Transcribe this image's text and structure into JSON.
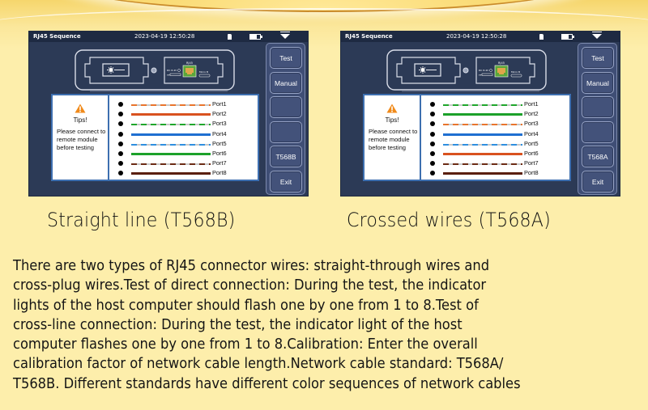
{
  "background": {
    "primary": "#fdeeab",
    "accent": "#f7d25f"
  },
  "screens": [
    {
      "id": "left",
      "status_bar": {
        "title": "RJ45 Sequence",
        "datetime": "2023-04-19 12:50:28",
        "icons": [
          "sd-card-icon",
          "battery-icon",
          "menu-arrow-icon"
        ]
      },
      "device_labels": {
        "port": "RJ45",
        "power": "DC 8.4V",
        "usb": "Micro B",
        "tf": "TF"
      },
      "tips": {
        "icon": "warning-icon",
        "title": "Tips!",
        "message": "Please connect to remote module before testing"
      },
      "ports": [
        {
          "label": "Port1",
          "color": "#e8742c",
          "striped": true
        },
        {
          "label": "Port2",
          "color": "#d9521f",
          "striped": false
        },
        {
          "label": "Port3",
          "color": "#1fa62b",
          "striped": true
        },
        {
          "label": "Port4",
          "color": "#1f6fd1",
          "striped": false
        },
        {
          "label": "Port5",
          "color": "#2f8fe0",
          "striped": true
        },
        {
          "label": "Port6",
          "color": "#1ca12a",
          "striped": false
        },
        {
          "label": "Port7",
          "color": "#6b2b14",
          "striped": true
        },
        {
          "label": "Port8",
          "color": "#5a1f0c",
          "striped": false
        }
      ],
      "buttons": [
        "Test",
        "Manual",
        "",
        "",
        "T568B",
        "Exit"
      ],
      "caption": "Straight line (T568B)"
    },
    {
      "id": "right",
      "status_bar": {
        "title": "RJ45 Sequence",
        "datetime": "2023-04-19 12:50:28",
        "icons": [
          "sd-card-icon",
          "battery-icon",
          "menu-arrow-icon"
        ]
      },
      "device_labels": {
        "port": "RJ45",
        "power": "DC 8.4V",
        "usb": "Micro B",
        "tf": "TF"
      },
      "tips": {
        "icon": "warning-icon",
        "title": "Tips!",
        "message": "Please connect to remote module before testing"
      },
      "ports": [
        {
          "label": "Port1",
          "color": "#1fa62b",
          "striped": true
        },
        {
          "label": "Port2",
          "color": "#1ca12a",
          "striped": false
        },
        {
          "label": "Port3",
          "color": "#e8742c",
          "striped": true
        },
        {
          "label": "Port4",
          "color": "#1f6fd1",
          "striped": false
        },
        {
          "label": "Port5",
          "color": "#2f8fe0",
          "striped": true
        },
        {
          "label": "Port6",
          "color": "#d9521f",
          "striped": false
        },
        {
          "label": "Port7",
          "color": "#6b2b14",
          "striped": true
        },
        {
          "label": "Port8",
          "color": "#5a1f0c",
          "striped": false
        }
      ],
      "buttons": [
        "Test",
        "Manual",
        "",
        "",
        "T568A",
        "Exit"
      ],
      "caption": "Crossed wires (T568A)"
    }
  ],
  "description_lines": [
    "There are two types of RJ45 connector wires: straight-through wires and",
    "cross-plug wires.Test of direct connection: During the test, the indicator",
    "lights of the host computer should flash one by one from 1 to 8.Test of",
    "cross-line connection: During the test, the indicator light of the host",
    "computer flashes one by one from 1 to 8.Calibration: Enter the overall",
    "calibration factor of network cable length.Network cable standard: T568A/",
    "T568B. Different standards have different color sequences of network cables"
  ]
}
